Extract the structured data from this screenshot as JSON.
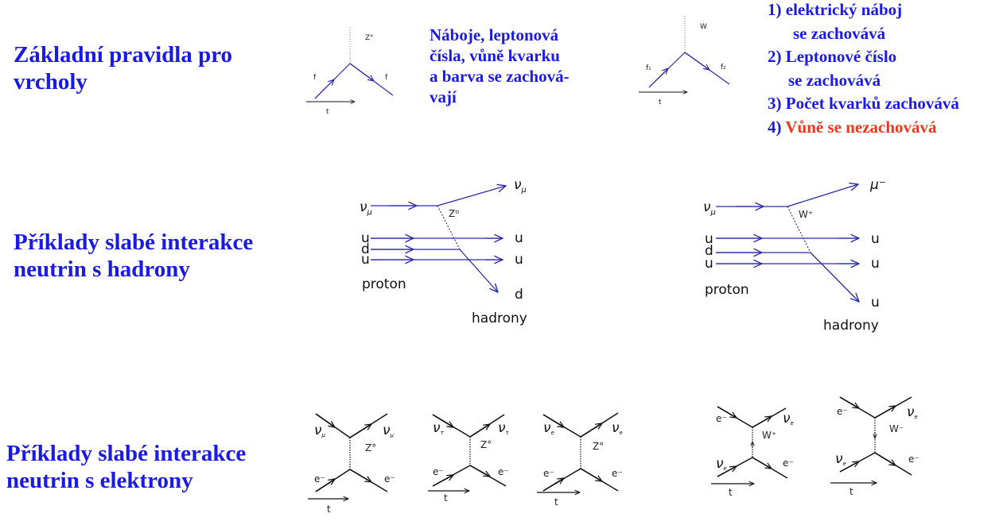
{
  "headings": {
    "vertices": [
      "Základní pravidla pro",
      "vrcholy"
    ],
    "hadrons": [
      "Příklady slabé interakce",
      "neutrin s hadrony"
    ],
    "electrons": [
      "Příklady slabé interakce",
      "neutrin s elektrony"
    ]
  },
  "neutral_note": [
    "Náboje, leptonová",
    "čísla, vůně kvarku",
    "a barva se zachová-",
    "vají"
  ],
  "charged_rules": {
    "r1a": "1) elektrický náboj",
    "r1b": "se zachovává",
    "r2a": "2) Leptonové číslo",
    "r2b": "se zachovává",
    "r3": "3) Počet kvarků zachovává",
    "r4_prefix": "4)",
    "r4_red": "Vůně se nezachovává"
  },
  "vertex_neutral": {
    "boson": "Z°",
    "in": "f",
    "out": "f",
    "time": "t"
  },
  "vertex_charged": {
    "boson": "W",
    "in": "f₁",
    "out": "f₂",
    "time": "t"
  },
  "hadron_nc": {
    "neutrino_in": "ν",
    "neutrino_in_sub": "μ",
    "neutrino_out": "ν",
    "neutrino_out_sub": "μ",
    "boson": "Z⁰",
    "quarks_in": [
      "u",
      "d",
      "u"
    ],
    "quarks_out": [
      "u",
      "u",
      "d"
    ],
    "proton": "proton",
    "hadrons": "hadrony"
  },
  "hadron_cc": {
    "neutrino_in": "ν",
    "neutrino_in_sub": "μ",
    "lepton_out": "μ⁻",
    "boson": "W⁺",
    "quarks_in": [
      "u",
      "d",
      "u"
    ],
    "quarks_out": [
      "u",
      "u",
      "u"
    ],
    "proton": "proton",
    "hadrons": "hadrony"
  },
  "electron_diagrams": [
    {
      "nu_in": "ν",
      "nu_in_sub": "μ",
      "nu_out": "ν",
      "nu_out_sub": "μ",
      "boson": "Z°",
      "e_in": "e⁻",
      "e_out": "e⁻",
      "time": "t"
    },
    {
      "nu_in": "ν",
      "nu_in_sub": "τ",
      "nu_out": "ν",
      "nu_out_sub": "τ",
      "boson": "Z°",
      "e_in": "e⁻",
      "e_out": "e⁻",
      "time": "t"
    },
    {
      "nu_in": "ν",
      "nu_in_sub": "e",
      "nu_out": "ν",
      "nu_out_sub": "e",
      "boson": "Z°",
      "e_in": "e⁻",
      "e_out": "e⁻",
      "time": "t"
    },
    {
      "top_in": "e⁻",
      "top_out": "ν",
      "top_out_sub": "e",
      "boson": "W⁺",
      "bot_in": "ν",
      "bot_in_sub": "e",
      "bot_out": "e⁻",
      "time": "t"
    },
    {
      "top_in": "e⁻",
      "top_out": "ν",
      "top_out_sub": "e",
      "boson": "W⁻",
      "bot_in": "ν",
      "bot_in_sub": "e",
      "bot_out": "e⁻",
      "time": "t"
    }
  ],
  "colors": {
    "heading": "#1a1ae6",
    "highlight": "#e83a1c",
    "line_blue": "#2a2aa8",
    "line_black": "#111111"
  }
}
